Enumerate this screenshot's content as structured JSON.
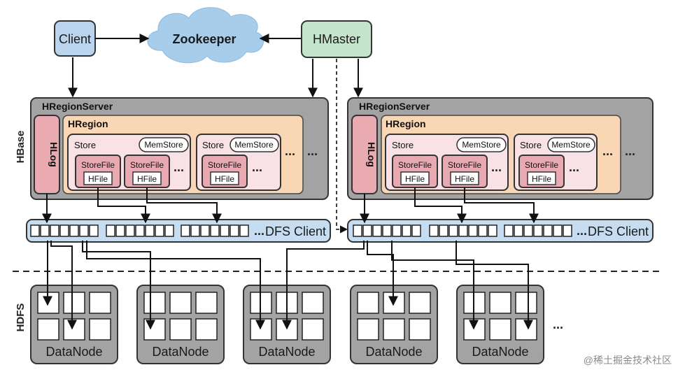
{
  "nodes": {
    "client": "Client",
    "zookeeper": "Zookeeper",
    "hmaster": "HMaster",
    "hregionserver": "HRegionServer",
    "hregion": "HRegion",
    "hlog": "HLog",
    "store": "Store",
    "memstore": "MemStore",
    "storefile": "StoreFile",
    "hfile": "HFile",
    "dfs_client": "DFS Client",
    "datanode": "DataNode",
    "ellipsis": "..."
  },
  "sections": {
    "hbase": "HBase",
    "hdfs": "HDFS"
  },
  "watermark": "@稀土掘金技术社区",
  "colors": {
    "client_fill": "#b9d4ec",
    "zookeeper_fill": "#a8cdea",
    "hmaster_fill": "#c5e4cc",
    "server_fill": "#a3a3a3",
    "hregion_fill": "#f9d7b5",
    "store_fill": "#f8e2e5",
    "hlog_fill": "#e9aab2",
    "dfs_fill": "#c6dcf1",
    "datanode_fill": "#a3a3a3"
  }
}
